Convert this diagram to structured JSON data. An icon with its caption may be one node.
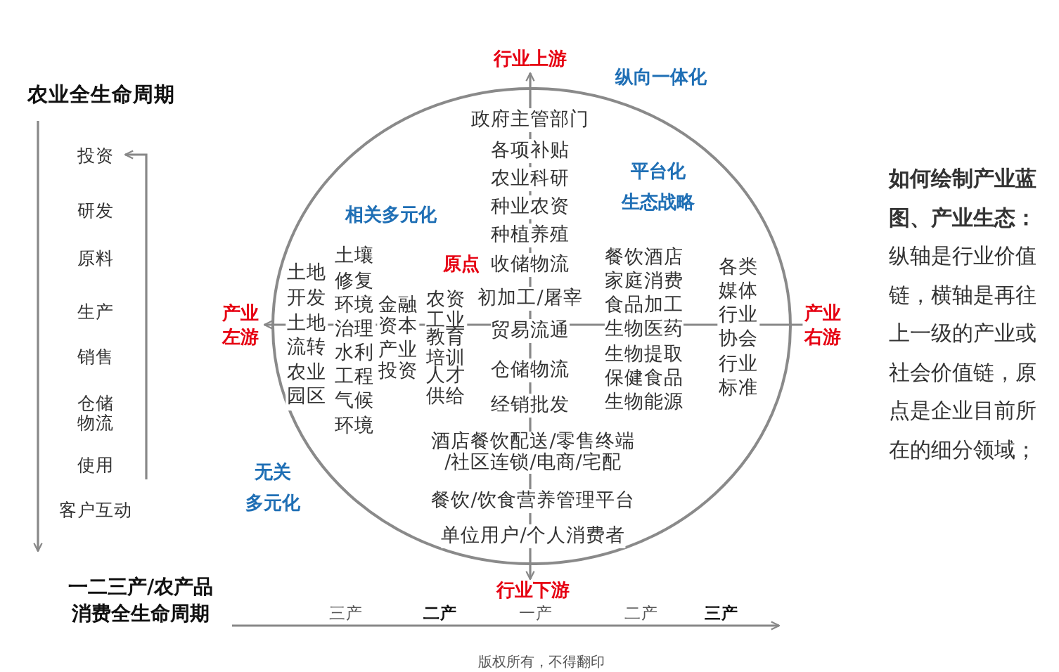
{
  "diagram": {
    "labels": [
      "农业全生命周期",
      "投资",
      "研发",
      "原料",
      "生产",
      "销售",
      "仓储物流",
      "使用",
      "客户互动",
      "行业上游",
      "纵向一体化",
      "政府主管部门",
      "各项补贴",
      "农业科研",
      "种业农资",
      "种植养殖",
      "收储物流",
      "初加工/屠宰",
      "贸易流通",
      "仓储物流",
      "经销批发",
      "平台化生态战略",
      "相关多元化",
      "原点",
      "餐饮酒店",
      "家庭消费",
      "食品加工",
      "生物医药",
      "生物提取",
      "保健食品",
      "生物能源",
      "各类媒体",
      "行业协会",
      "行业标准",
      "土地开发",
      "土地流转",
      "农业园区",
      "土壤修复",
      "环境治理",
      "水利工程",
      "气候环境",
      "金融资本",
      "产业投资",
      "农资工业",
      "教育培训",
      "人才供给",
      "产业左游",
      "产业右游",
      "酒店餐饮配送/零售终端/社区连锁/电商/宅配",
      "餐饮/饮食营养管理平台",
      "单位用户/个人消费者",
      "无关多元化",
      "行业下游",
      "一二三产/农产品消费全生命周期",
      "三产",
      "二产",
      "一产",
      "二产",
      "三产",
      "**如何绘制产业蓝图、产业生态：**纵轴是行业价值链，横轴是再往上一级的产业或社会价值链，原点是企业目前所在的细分领域；",
      "版权所有，不得翻印"
    ]
  }
}
